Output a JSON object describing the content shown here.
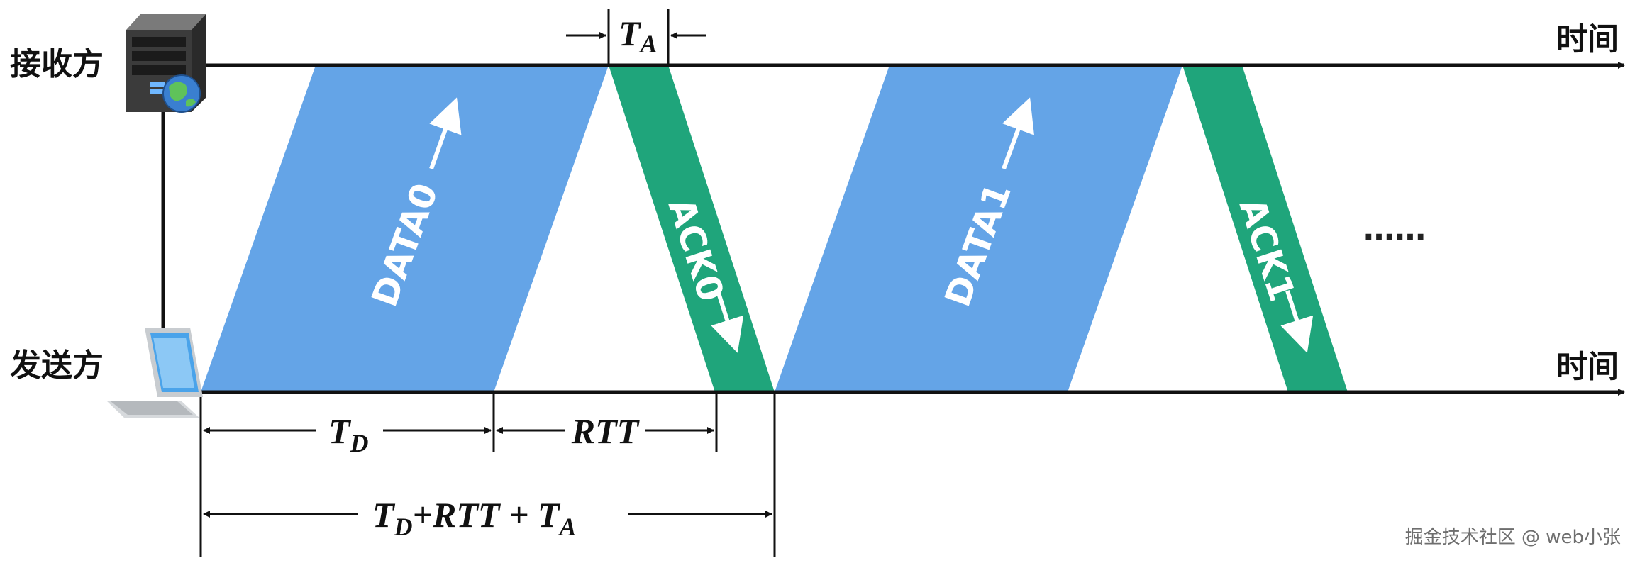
{
  "labels": {
    "receiver": "接收方",
    "sender": "发送方",
    "time_top": "时间",
    "time_bottom": "时间",
    "ellipsis": "……"
  },
  "packets": {
    "data0": "DATA0",
    "ack0": "ACK0",
    "data1": "DATA1",
    "ack1": "ACK1"
  },
  "timing": {
    "ta_main": "T",
    "ta_sub": "A",
    "td_main": "T",
    "td_sub": "D",
    "rtt": "RTT",
    "total_t1": "T",
    "total_sub1": "D",
    "total_mid": "+RTT + T",
    "total_sub2": "A"
  },
  "colors": {
    "data": "#64a4e7",
    "ack": "#1fa57b",
    "line": "#111111"
  },
  "icons": {
    "receiver": "server-icon",
    "sender": "laptop-icon"
  },
  "watermark": "掘金技术社区 @ web小张"
}
